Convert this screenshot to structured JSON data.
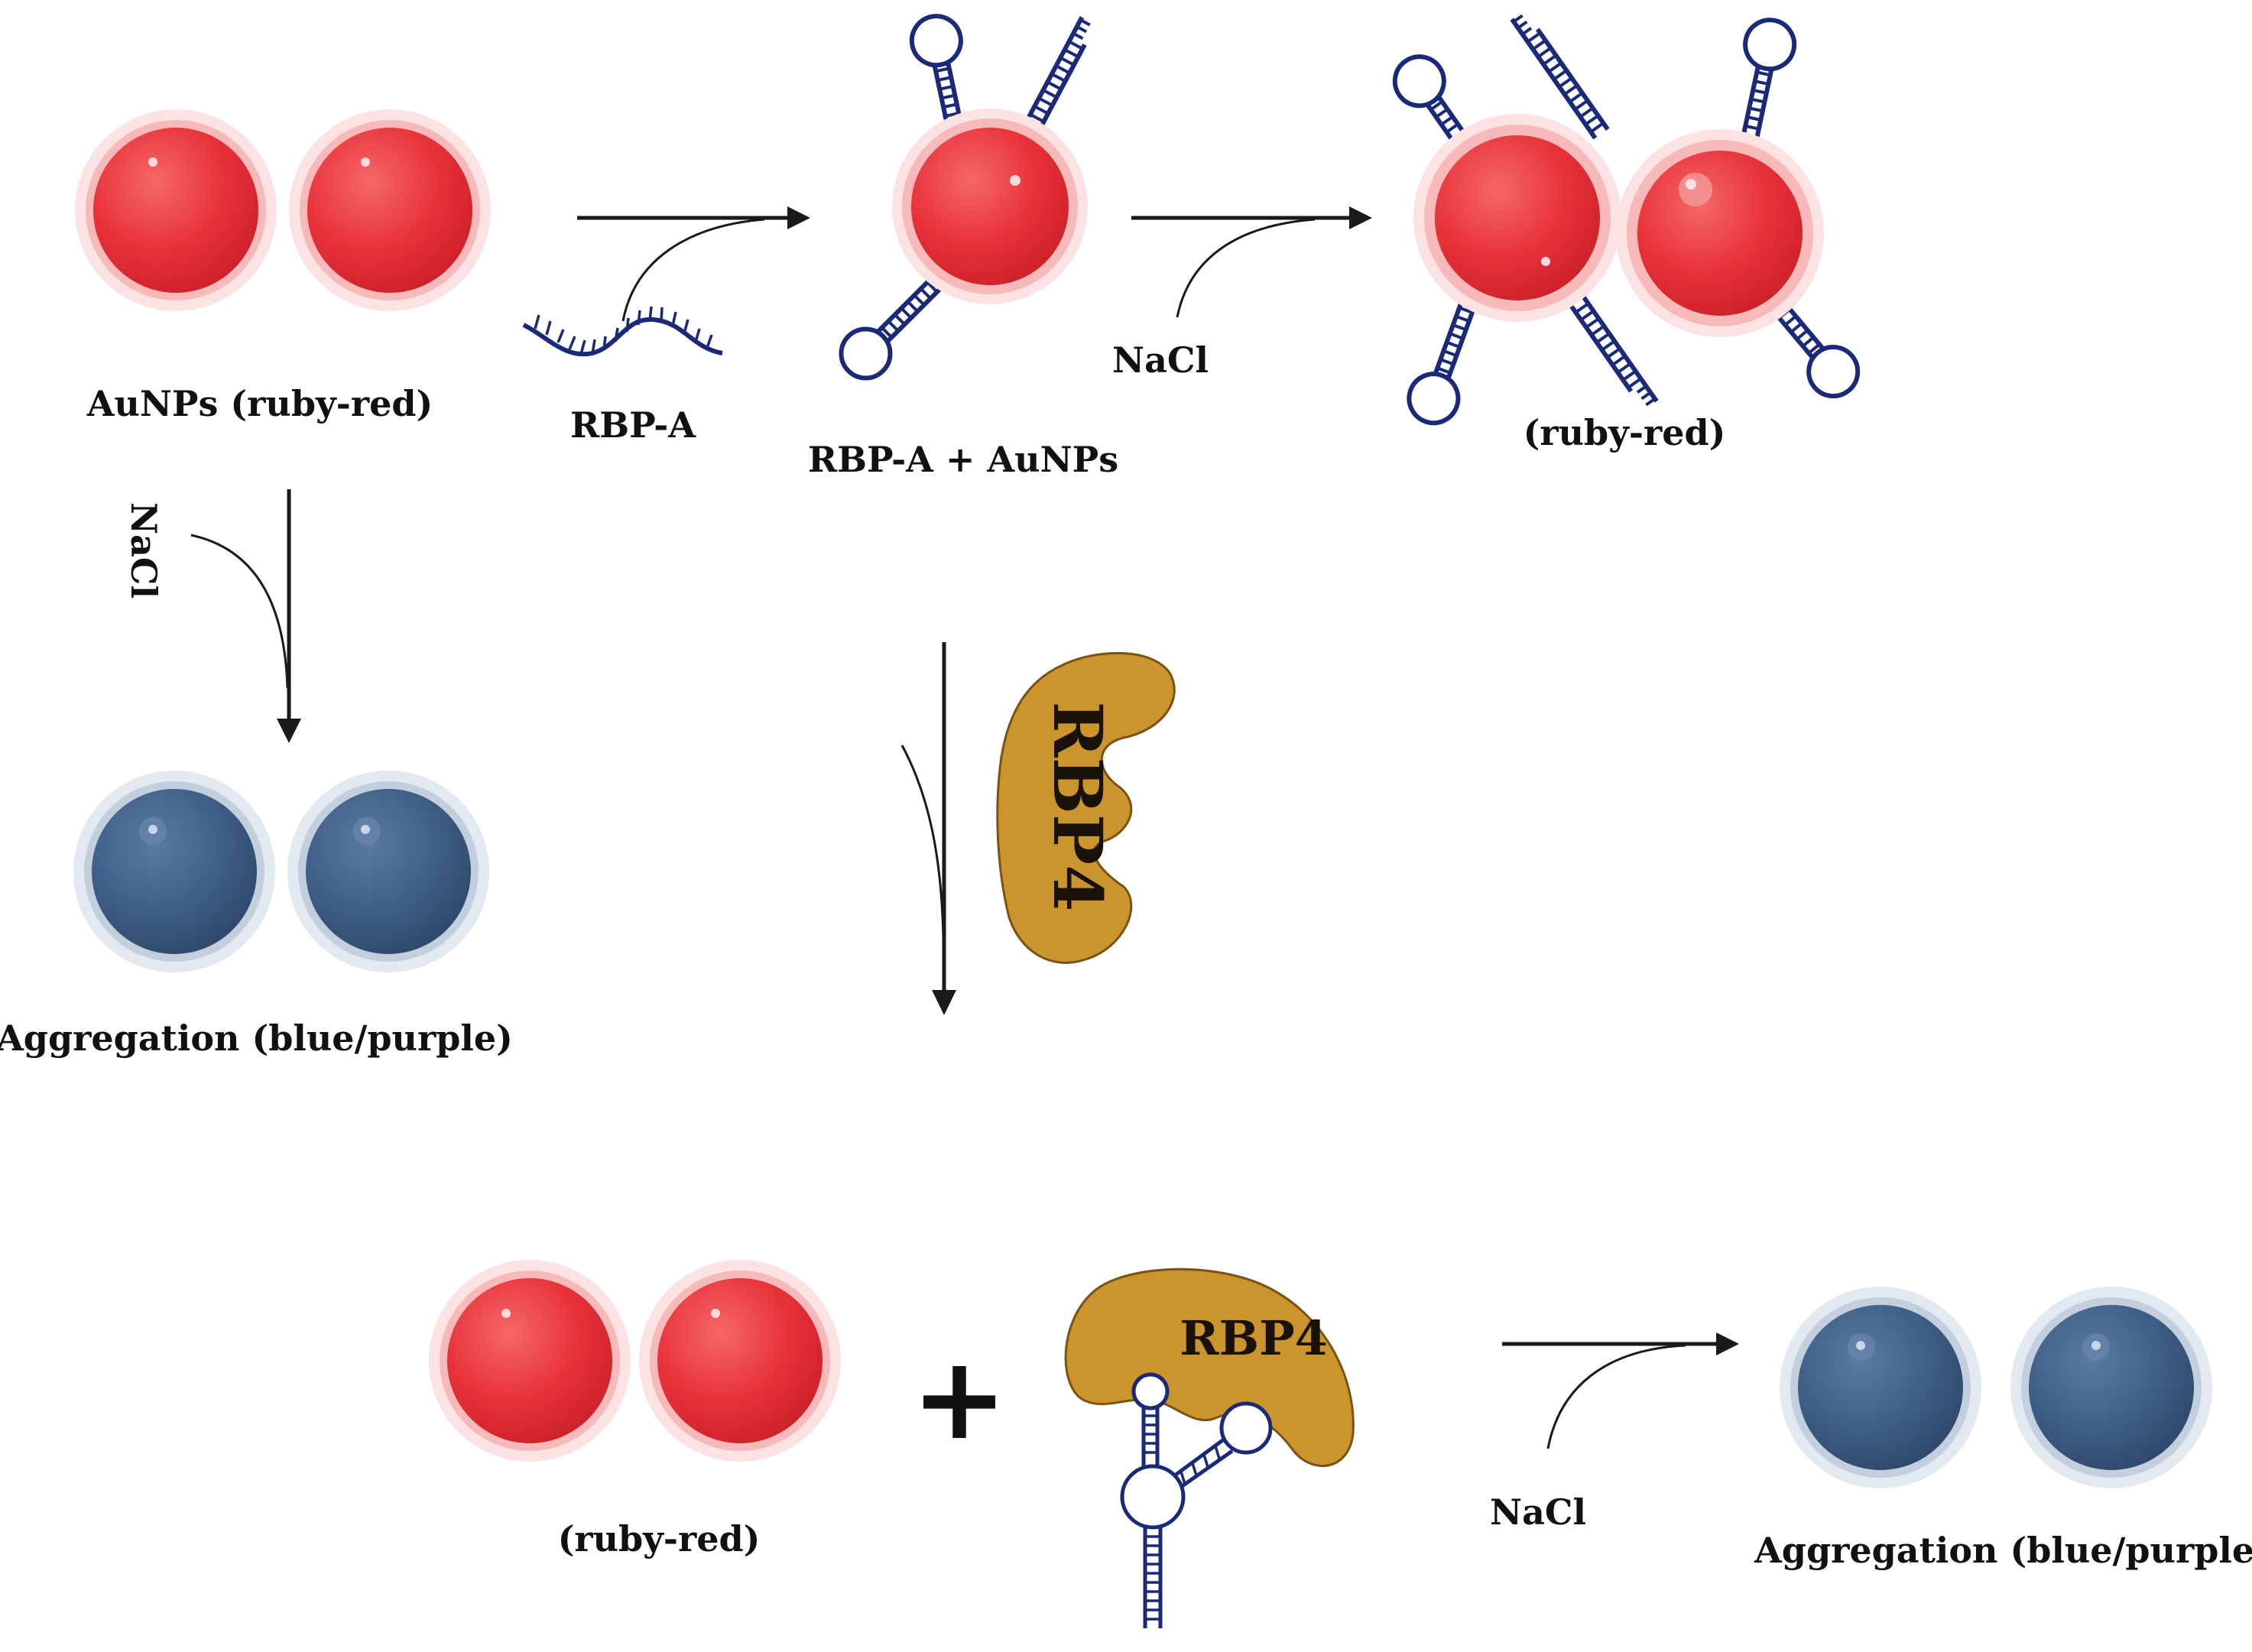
{
  "labels": {
    "aunps": "AuNPs (ruby-red)",
    "rbp_a": "RBP-A",
    "rbp_a_aunps": "RBP-A + AuNPs",
    "nacl_top": "NaCl",
    "ruby_red_top": "(ruby-red)",
    "nacl_left": "NaCl",
    "aggregation_left": "Aggregation (blue/purple)",
    "rbp4_middle": "RBP4",
    "ruby_red_bottom": "(ruby-red)",
    "plus": "+",
    "rbp4_bottom": "RBP4",
    "nacl_bottom": "NaCl",
    "aggregation_bottom": "Aggregation (blue/purple)"
  },
  "colors": {
    "red_particle": "#e8323a",
    "red_halo": "#f6b6b6",
    "blue_particle": "#3f5f86",
    "blue_halo": "#c7d3e0",
    "aptamer": "#1b2a78",
    "protein": "#c9952c",
    "protein_outline": "#7a5214",
    "arrow": "#1a1a1a"
  },
  "icons": {
    "red_particle": "gold-nanoparticle-red",
    "blue_particle": "gold-nanoparticle-aggregated-blue",
    "aptamer": "dna-aptamer-hairpin",
    "protein": "rbp4-protein"
  }
}
